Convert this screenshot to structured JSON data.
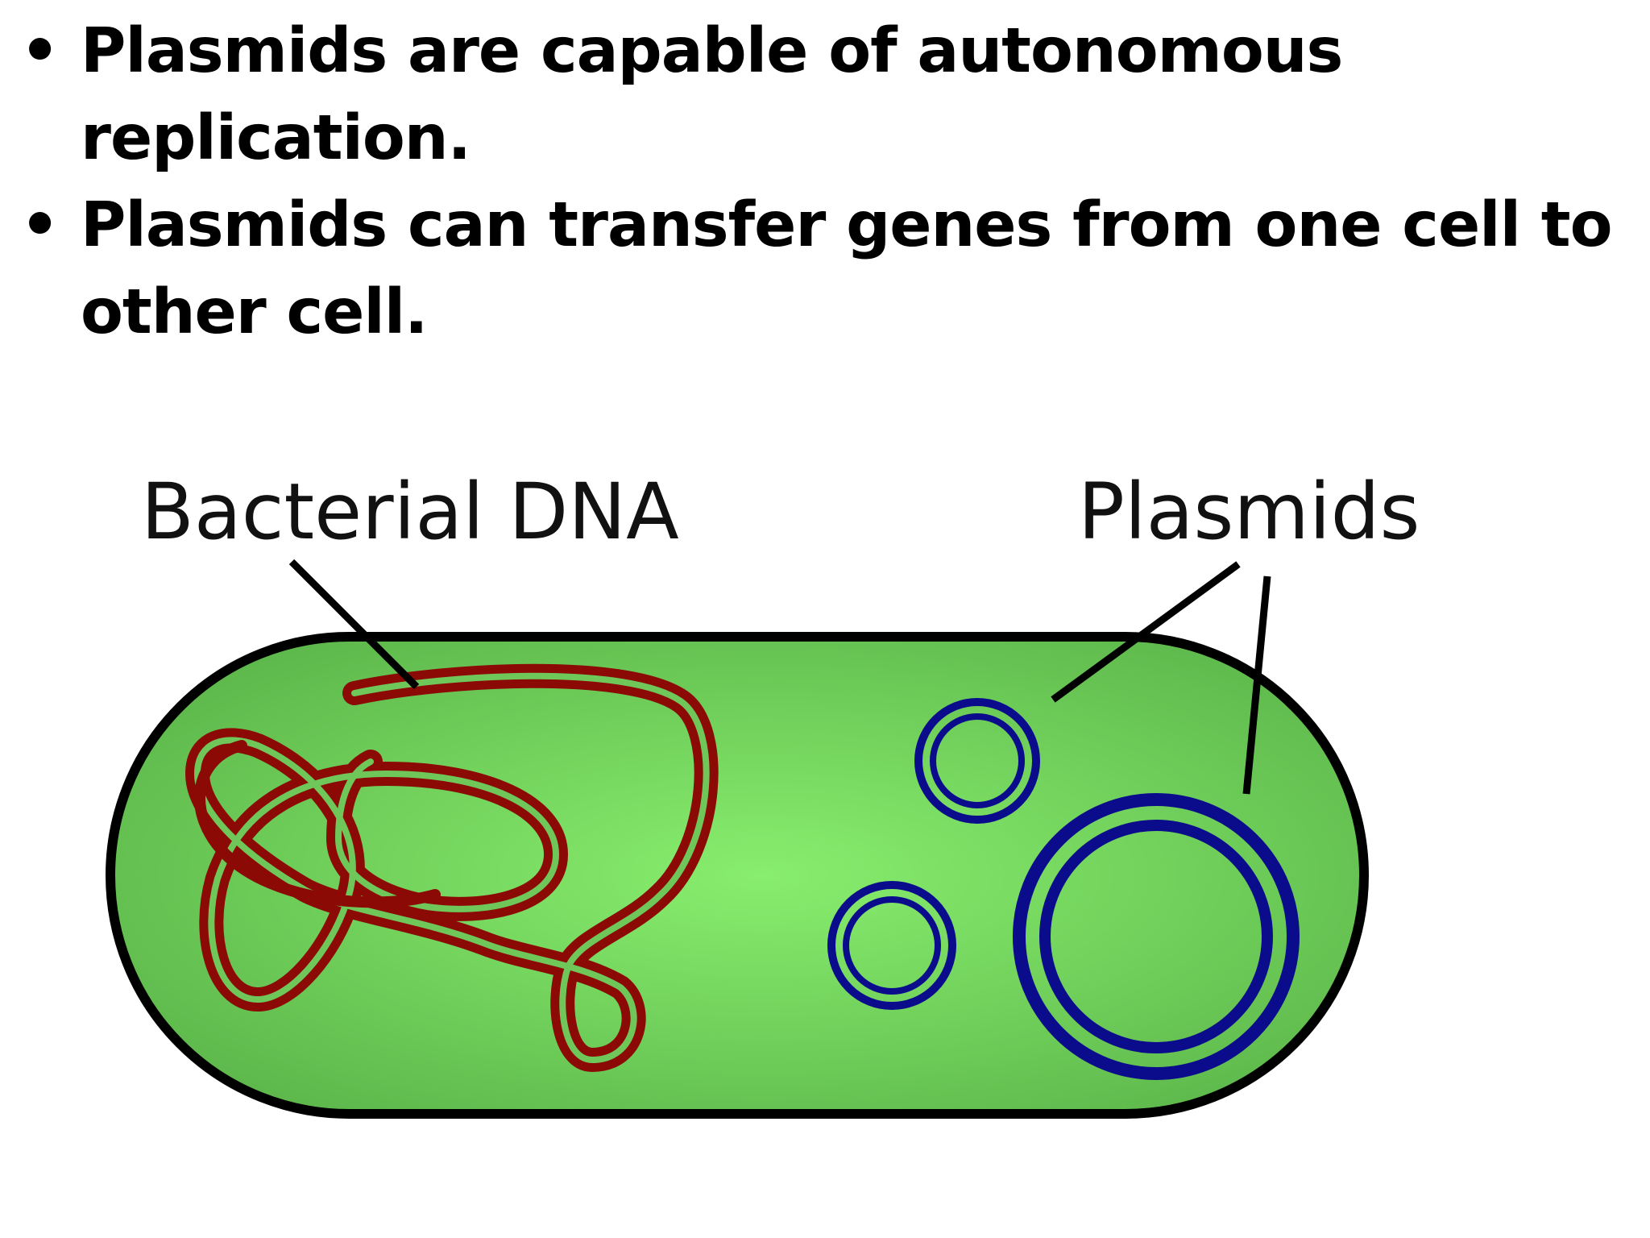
{
  "bullets": [
    {
      "text": "Plasmids are capable of autonomous replication."
    },
    {
      "text": "Plasmids can transfer genes from one cell to other cell."
    }
  ],
  "diagram": {
    "label_bacterial_dna": "Bacterial DNA",
    "label_plasmids": "Plasmids",
    "colors": {
      "cell_fill_center": "#88ee6e",
      "cell_fill_edge": "#5db74b",
      "cell_outline": "#000000",
      "dna": "#8b0a05",
      "plasmid": "#0a0c8c",
      "pointer": "#000000"
    }
  }
}
